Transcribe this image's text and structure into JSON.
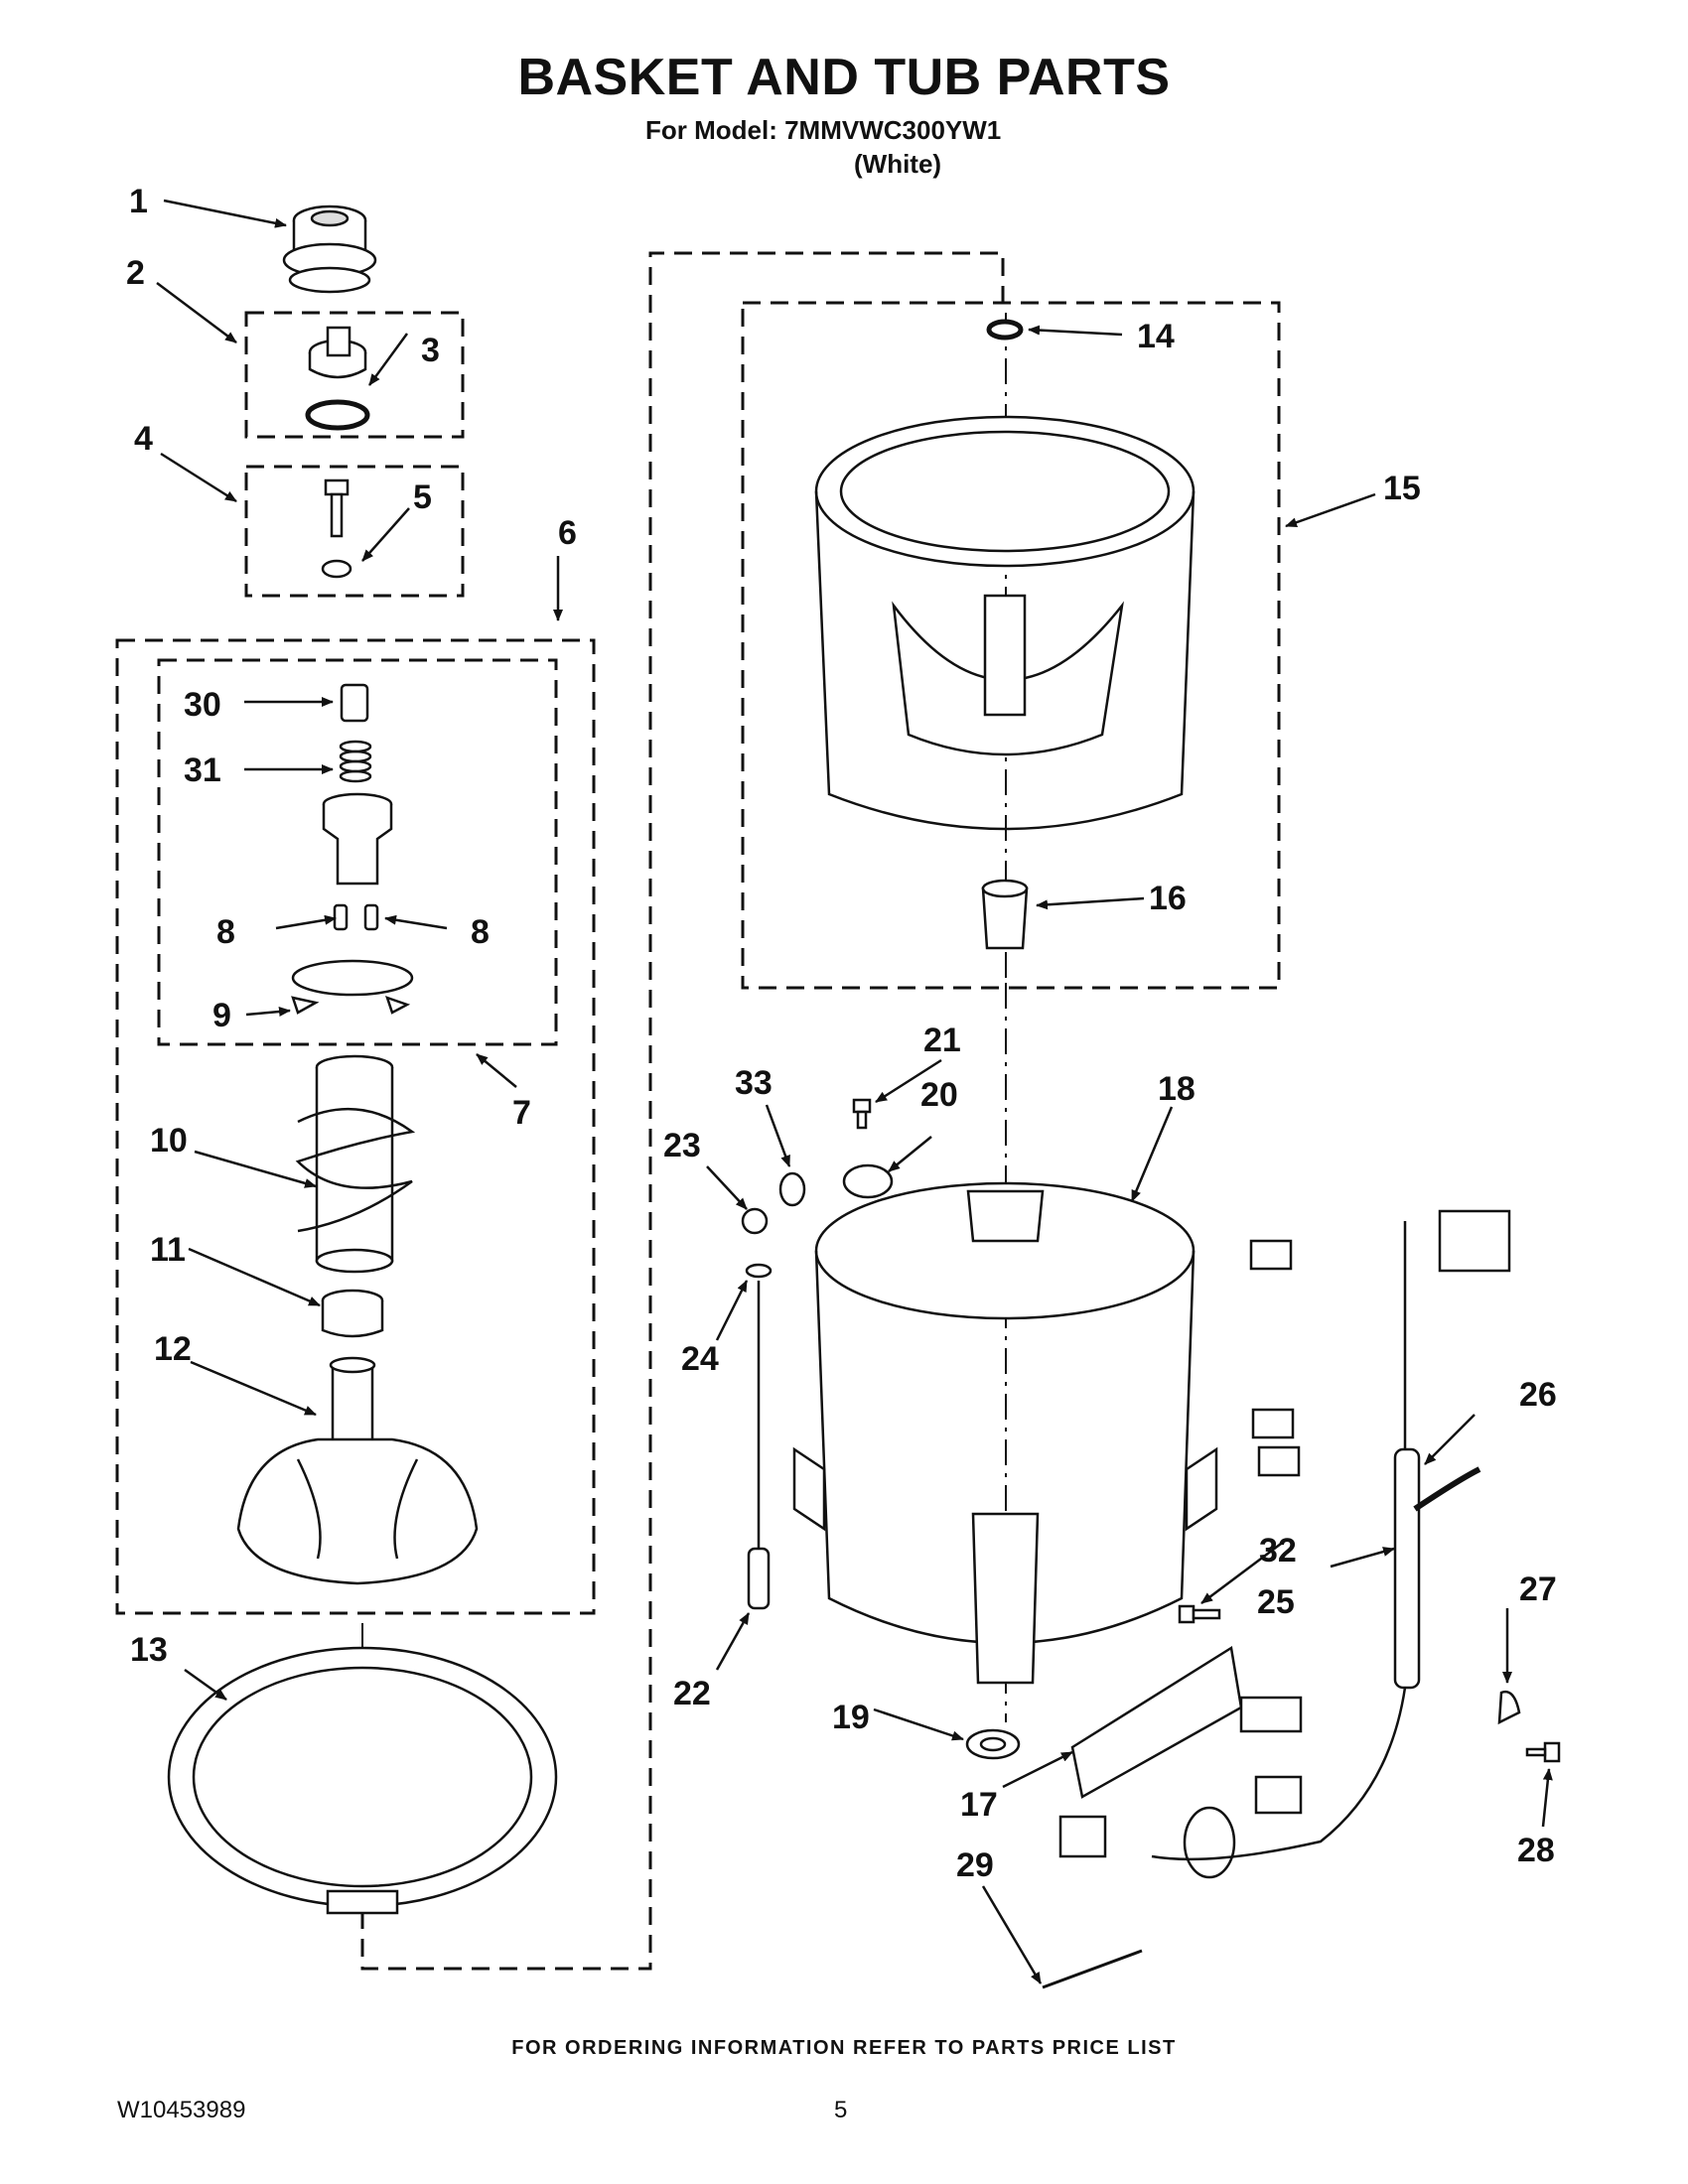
{
  "header": {
    "title": "BASKET AND TUB PARTS",
    "model_line": "For Model: 7MMVWC300YW1",
    "color_line": "(White)"
  },
  "callouts": {
    "c1": "1",
    "c2": "2",
    "c3": "3",
    "c4": "4",
    "c5": "5",
    "c6": "6",
    "c7": "7",
    "c8a": "8",
    "c8b": "8",
    "c9": "9",
    "c10": "10",
    "c11": "11",
    "c12": "12",
    "c13": "13",
    "c14": "14",
    "c15": "15",
    "c16": "16",
    "c17": "17",
    "c18": "18",
    "c19": "19",
    "c20": "20",
    "c21": "21",
    "c22": "22",
    "c23": "23",
    "c24": "24",
    "c25": "25",
    "c26": "26",
    "c27": "27",
    "c28": "28",
    "c29": "29",
    "c30": "30",
    "c31": "31",
    "c32": "32",
    "c33": "33"
  },
  "footer": {
    "ordering_note": "FOR ORDERING INFORMATION REFER TO PARTS PRICE LIST",
    "document_number": "W10453989",
    "page_number": "5"
  }
}
